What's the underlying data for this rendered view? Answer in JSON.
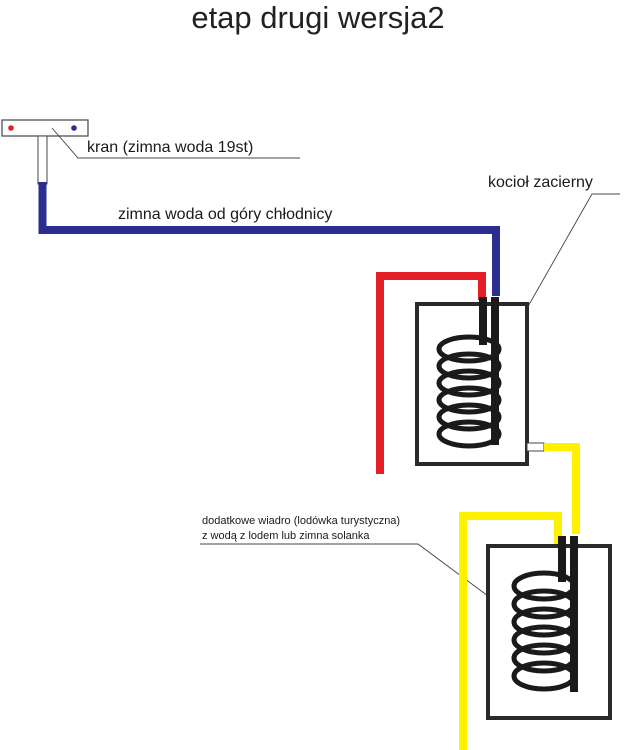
{
  "title": "etap drugi wersja2",
  "labels": {
    "tap": "kran (zimna woda 19st)",
    "cold_water": "zimna woda od góry chłodnicy",
    "mash_kettle": "kocioł zacierny",
    "bucket_line1": "dodatkowe wiadro (lodówka turystyczna)",
    "bucket_line2": "z wodą z lodem lub zimna solanka"
  },
  "colors": {
    "cold_pipe": "#2b2e8f",
    "hot_pipe": "#e41e26",
    "yellow_pipe": "#fff200",
    "coil": "#1a1a1a",
    "tap_red_dot": "#e41e26",
    "tap_blue_dot": "#2b2e8f"
  }
}
